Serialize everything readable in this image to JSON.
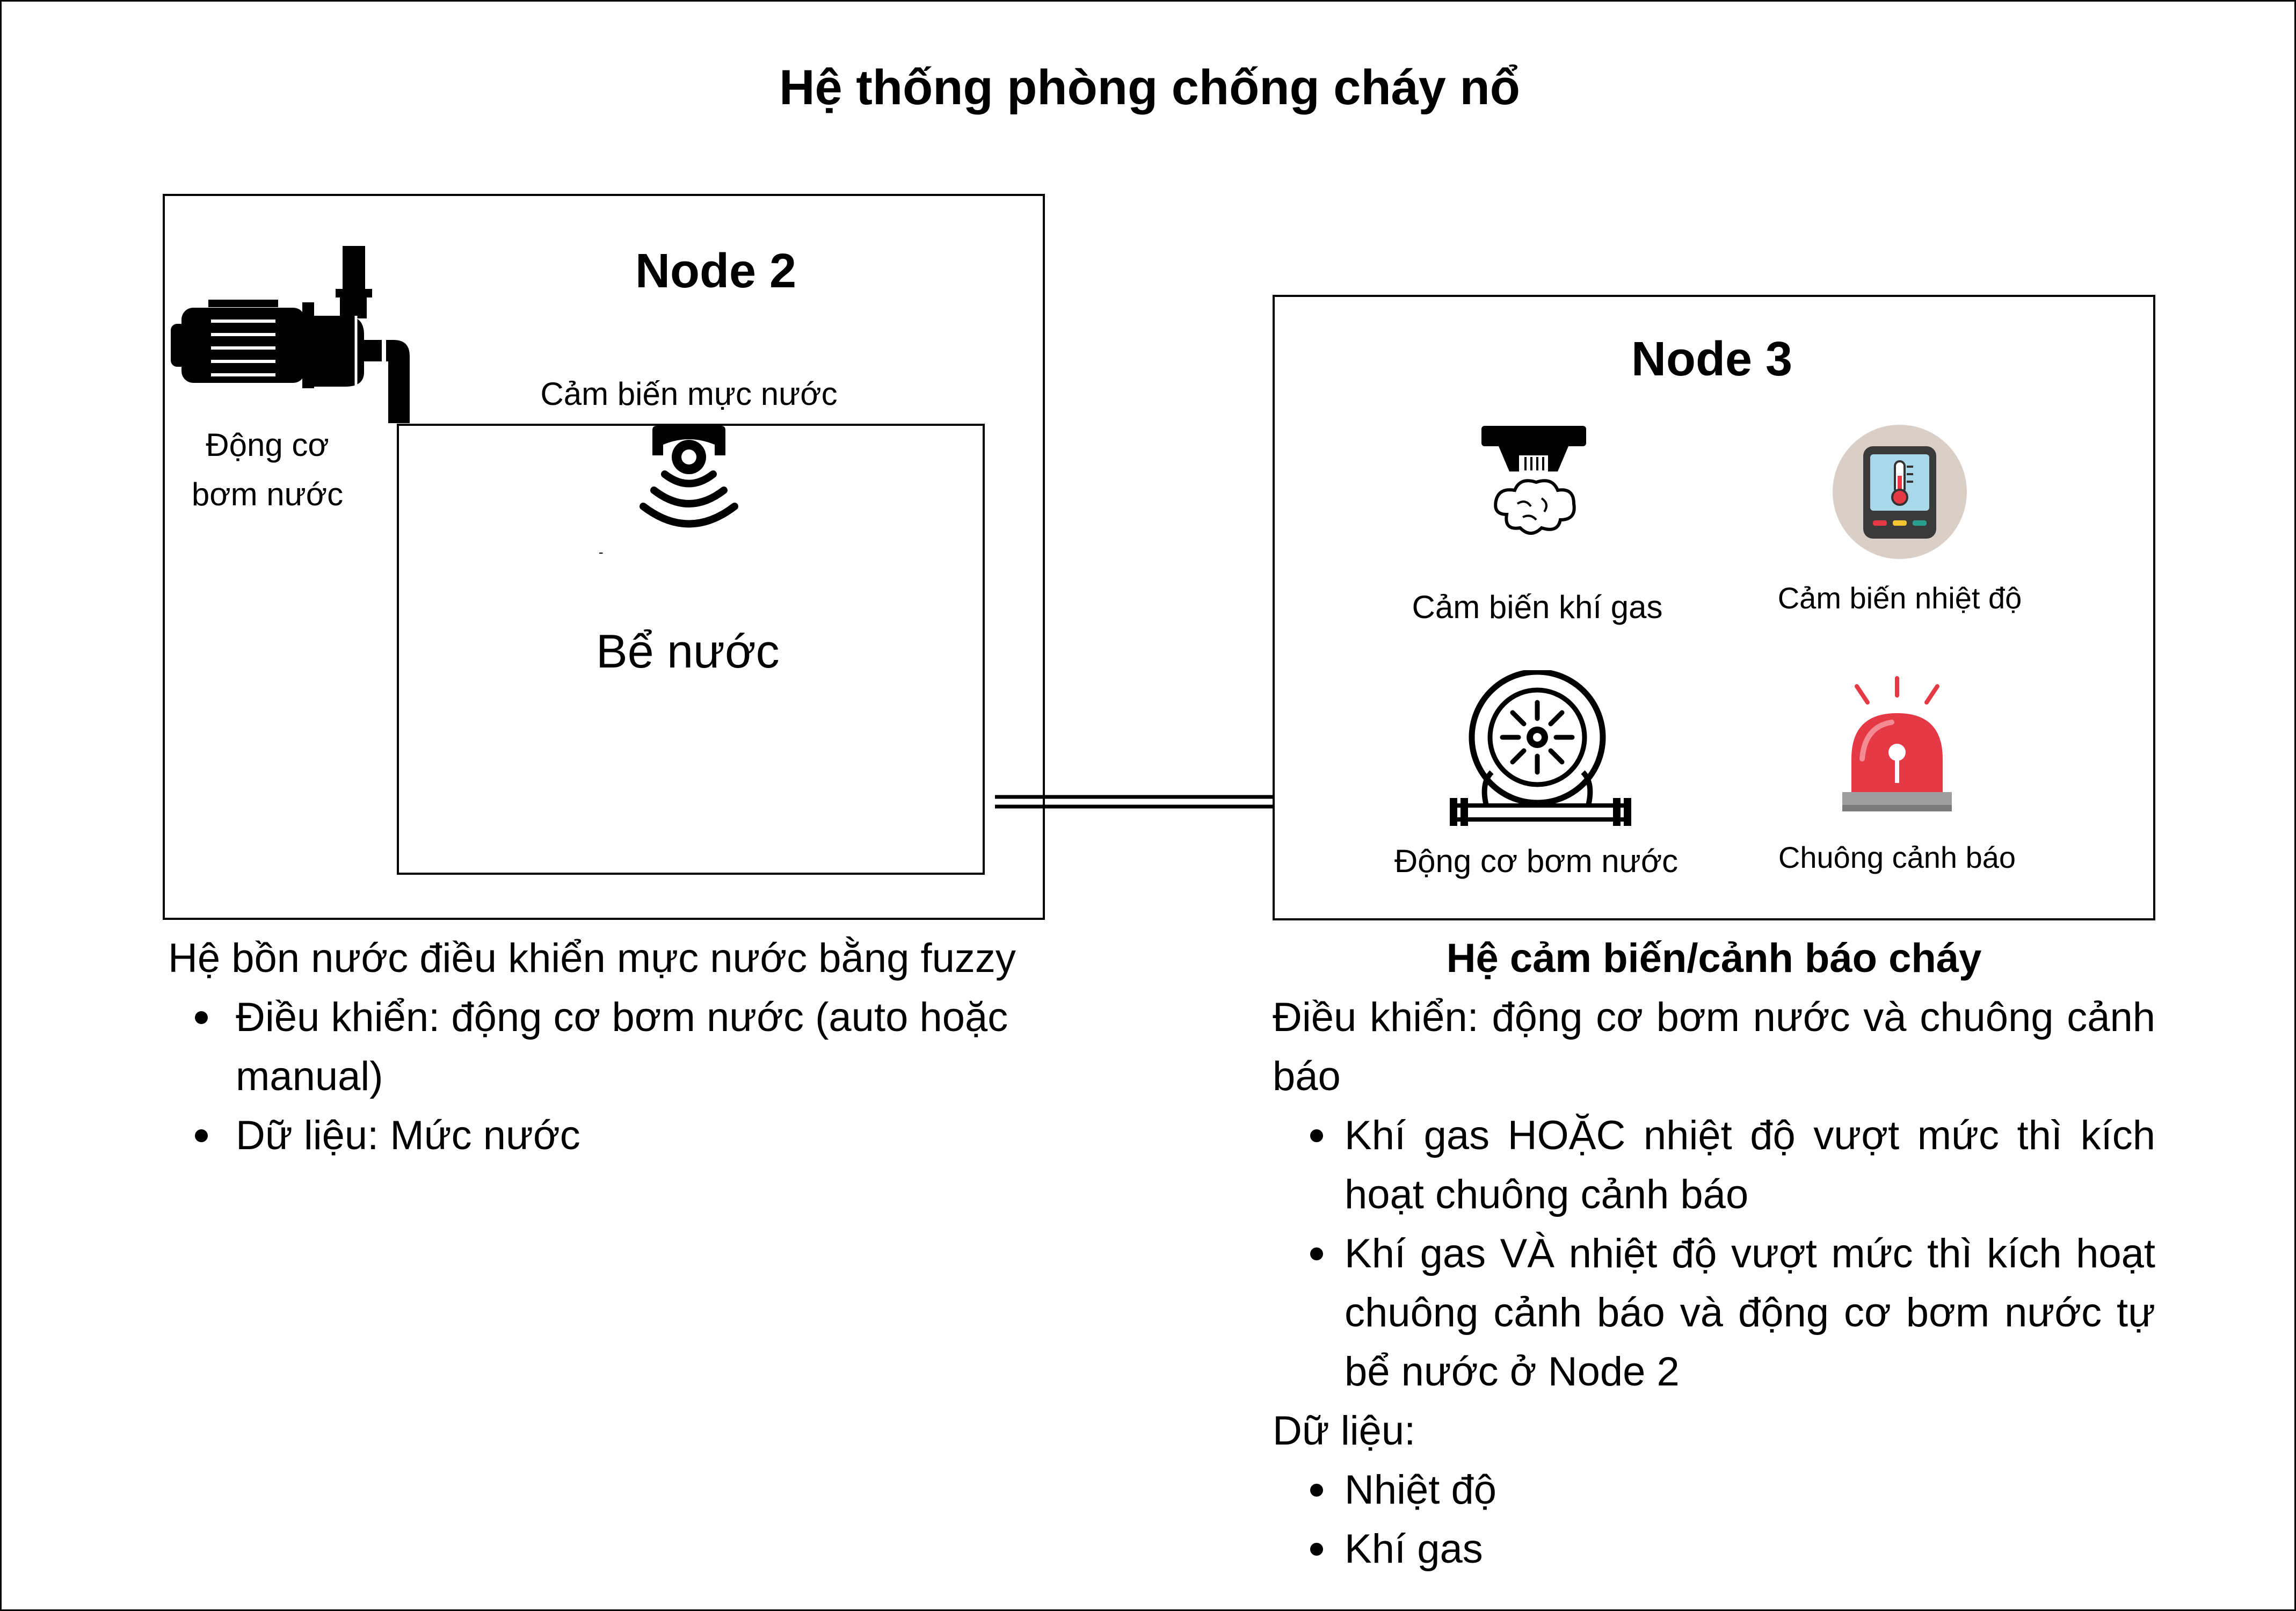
{
  "title": "Hệ thống phòng chống cháy nổ",
  "node2": {
    "title": "Node 2",
    "pump_label_line1": "Động cơ",
    "pump_label_line2": "bơm nước",
    "sensor_label": "Cảm biến mực nước",
    "tank_label": "Bể nước",
    "tiny_mark": "-"
  },
  "node3": {
    "title": "Node 3",
    "gas_sensor_label": "Cảm biến khí gas",
    "temp_sensor_label": "Cảm biến nhiệt độ",
    "pump_label": "Động cơ bơm nước",
    "alarm_label": "Chuông cảnh báo"
  },
  "left_description": {
    "heading": "Hệ bồn nước điều khiển mực nước bằng fuzzy",
    "items": [
      "Điều khiển: động cơ bơm nước (auto hoặc manual)",
      "Dữ liệu: Mức nước"
    ]
  },
  "right_description": {
    "heading": "Hệ cảm biến/cảnh báo cháy",
    "control_text": "Điều khiển: động cơ bơm nước và chuông cảnh báo",
    "control_items": [
      "Khí gas HOẶC nhiệt độ vượt mức thì kích hoạt chuông cảnh báo",
      "Khí gas VÀ nhiệt độ vượt mức thì kích hoạt chuông cảnh báo và động cơ bơm nước tự bể nước ở Node 2"
    ],
    "data_text": "Dữ liệu:",
    "data_items": [
      "Nhiệt độ",
      "Khí gas"
    ]
  },
  "icons": {
    "pump_left": "water-pump-icon",
    "level_sensor": "ultrasonic-sensor-icon",
    "gas_sensor": "gas-smoke-detector-icon",
    "temp_sensor": "thermometer-device-icon",
    "pump_right": "centrifugal-pump-icon",
    "alarm": "red-siren-icon"
  },
  "colors": {
    "line": "#000000",
    "alarm_red": "#e63946",
    "alarm_base": "#9e9e9e",
    "temp_circle": "#d9cfc7",
    "temp_device": "#3a3a3a"
  }
}
